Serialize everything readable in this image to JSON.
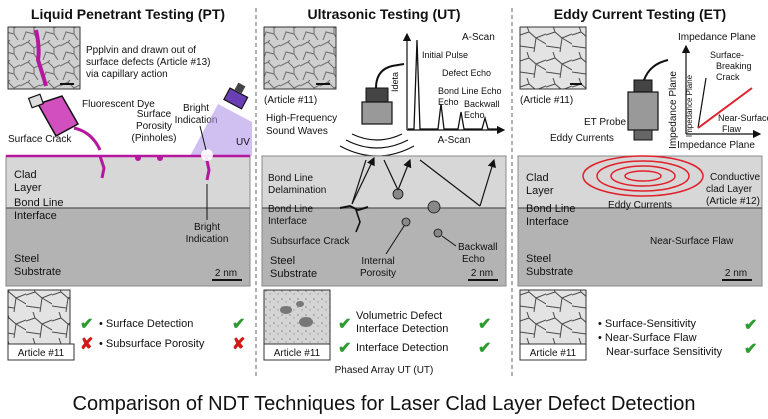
{
  "colors": {
    "accent_magenta": "#b5179e",
    "uv_violet": "#a98de8",
    "eddy_red": "#e0202a",
    "check_green": "#2e9a32",
    "cross_red": "#d11a1a",
    "clad_gray": "#d7d7d7",
    "steel_gray": "#b3b3b3"
  },
  "footer": {
    "title": "Comparison of NDT Techniques for Laser Clad Layer Defect Detection"
  },
  "pt": {
    "title": "Liquid Penetrant Testing (PT)",
    "note": [
      "Ppplvin and drawn out of",
      "surface defects (Article #13)",
      "via capillary action"
    ],
    "dye_label": "Fluorescent Dye",
    "porosity_label": [
      "Surface",
      "Porosity",
      "(Pinholes)"
    ],
    "crack_label": "Surface Crack",
    "bright_top": [
      "Bright",
      "Indication"
    ],
    "uv_label": "UV",
    "clad_label": [
      "Clad",
      "Layer"
    ],
    "interface_label": [
      "Bond Line",
      "Interface"
    ],
    "bright_bottom": [
      "Bright",
      "Indication"
    ],
    "steel_label": [
      "Steel",
      "Substrate"
    ],
    "scale_label": "2 nm",
    "article_label": "Article #11",
    "checks": [
      {
        "label": "• Surface Detection",
        "mark": "✔",
        "status": "pass"
      },
      {
        "label": "• Subsurface Porosity",
        "mark": "✘",
        "status": "fail"
      }
    ],
    "trailing_marks": [
      "✔",
      "✘"
    ]
  },
  "ut": {
    "title": "Ultrasonic Testing (UT)",
    "article_top": "(Article #11)",
    "ascan_title": "A-Scan",
    "ascan_ylabel": "Ideta",
    "ascan_xlabel": "A-Scan",
    "peaks": [
      "Initial Pulse",
      "Defect Echo",
      "Bond Line Echo",
      "Echo",
      "Backwall",
      "Echo"
    ],
    "waves_label": [
      "High-Frequency",
      "Sound Waves"
    ],
    "delam_label": [
      "Bond Line",
      "Delamination"
    ],
    "interface_label": [
      "Bond Line",
      "Interface"
    ],
    "subsurface_crack": "Subsurface Crack",
    "steel_label": [
      "Steel",
      "Substrate"
    ],
    "porosity_label": [
      "Internal",
      "Porosity"
    ],
    "backwall_label": [
      "Backwall",
      "Echo"
    ],
    "scale_label": "2 nm",
    "article_label": "Article #11",
    "checks": [
      {
        "label": [
          "Volumetric Defect",
          "Interface Detection"
        ],
        "mark": "✔"
      },
      {
        "label": [
          "Interface Detection"
        ],
        "mark": "✔"
      }
    ],
    "trailing_marks": [
      "✔",
      "✔"
    ],
    "footer_label": "Phased Array UT (UT)"
  },
  "et": {
    "title": "Eddy Current Testing (ET)",
    "article_top": "(Article #11)",
    "imp_title": "Impedance Plane",
    "imp_ylabel_outer": "Impedance Plane",
    "imp_ylabel_inner": "Impedance Plane",
    "imp_xlabel": "Impedance Plane",
    "imp_crack": [
      "Surface-",
      "Breaking",
      "Crack"
    ],
    "imp_flaw": [
      "Near-Surface",
      "Flaw"
    ],
    "probe_label": "ET Probe",
    "eddy_label": "Eddy Currents",
    "clad_label": [
      "Clad",
      "Layer"
    ],
    "conductive_label": [
      "Conductive",
      "clad Layer",
      "(Article #12)"
    ],
    "eddy_label2": "Eddy Currents",
    "interface_label": [
      "Bond Line",
      "Interface"
    ],
    "near_flaw": "Near-Surface Flaw",
    "steel_label": [
      "Steel",
      "Substrate"
    ],
    "scale_label": "2 nm",
    "article_label": "Article #11",
    "checks": [
      {
        "label": "• Surface-Sensitivity"
      },
      {
        "label": "• Near-Surface Flaw"
      },
      {
        "label": "Near-surface Sensitivity"
      }
    ],
    "trailing_marks": [
      "✔",
      "✔"
    ]
  }
}
